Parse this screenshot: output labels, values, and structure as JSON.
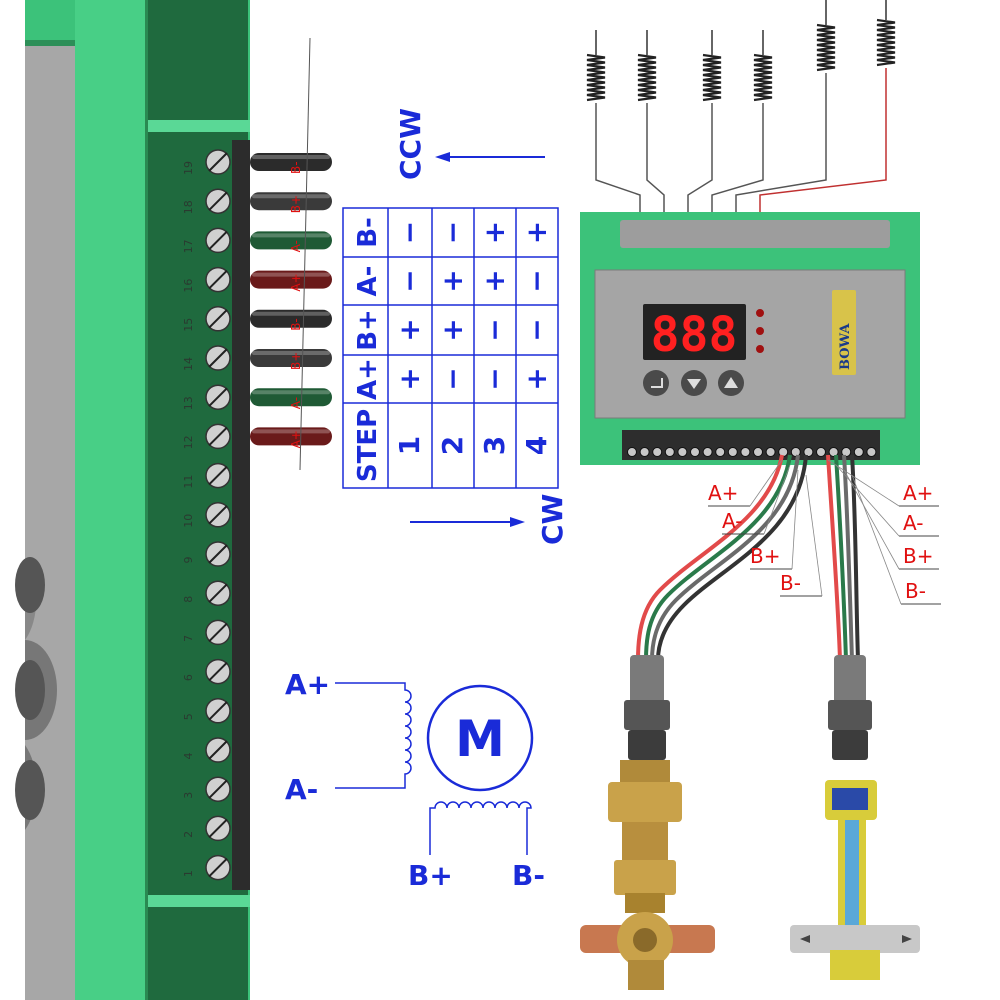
{
  "terminal_block": {
    "numbers": [
      "19",
      "18",
      "17",
      "16",
      "15",
      "14",
      "13",
      "12",
      "11",
      "10",
      "9",
      "8",
      "7",
      "6",
      "5",
      "4",
      "3",
      "2",
      "1"
    ],
    "wire_labels": [
      {
        "terminal": "19",
        "text": "B-",
        "color": "#2b2b2b"
      },
      {
        "terminal": "18",
        "text": "B+",
        "color": "#3a3a3a"
      },
      {
        "terminal": "17",
        "text": "A-",
        "color": "#1f5a35"
      },
      {
        "terminal": "16",
        "text": "A+",
        "color": "#6a1a1a"
      },
      {
        "terminal": "15",
        "text": "B-",
        "color": "#2b2b2b"
      },
      {
        "terminal": "14",
        "text": "B+",
        "color": "#3a3a3a"
      },
      {
        "terminal": "13",
        "text": "A-",
        "color": "#1f5a35"
      },
      {
        "terminal": "12",
        "text": "A+",
        "color": "#6a1a1a"
      }
    ]
  },
  "direction": {
    "ccw_label": "CCW",
    "cw_label": "CW"
  },
  "step_table": {
    "header": [
      "STEP",
      "A+",
      "B+",
      "A-",
      "B-"
    ],
    "rows": [
      [
        "1",
        "+",
        "+",
        "−",
        "−"
      ],
      [
        "2",
        "−",
        "+",
        "+",
        "−"
      ],
      [
        "3",
        "−",
        "−",
        "+",
        "+"
      ],
      [
        "4",
        "+",
        "−",
        "−",
        "+"
      ]
    ]
  },
  "motor": {
    "symbol": "M",
    "labels": {
      "a_plus": "A+",
      "a_minus": "A-",
      "b_plus": "B+",
      "b_minus": "B-"
    }
  },
  "controller": {
    "brand": "BOWA",
    "display_text": "888"
  },
  "cable_labels": {
    "left": [
      "A+",
      "A-",
      "B+",
      "B-"
    ],
    "right": [
      "A+",
      "A-",
      "B+",
      "B-"
    ]
  },
  "colors": {
    "panel_green": "#3cc27a",
    "panel_dark_green": "#1f6a3e",
    "diagram_blue": "#1a2bd8",
    "label_red": "#e01010",
    "display_red": "#ff2020"
  }
}
